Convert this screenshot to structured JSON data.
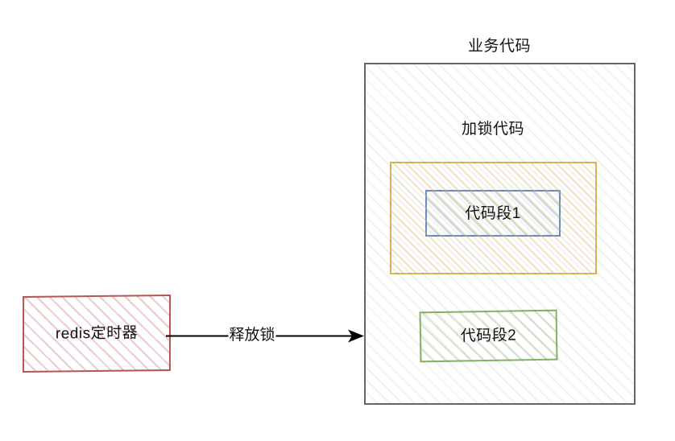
{
  "diagram": {
    "title_business": "业务代码",
    "title_lock": "加锁代码",
    "nodes": {
      "redis_timer": "redis定时器",
      "code_segment_1": "代码段1",
      "code_segment_2": "代码段2"
    },
    "edges": [
      {
        "label": "释放锁",
        "from": "redis定时器",
        "to": "业务代码"
      }
    ],
    "colors": {
      "business_border": "#666666",
      "lock_border": "#d6b656",
      "segment1_border": "#6c8ebf",
      "segment2_border": "#82b366",
      "redis_border": "#b85450",
      "arrow": "#000000",
      "text": "#111111",
      "background": "#ffffff"
    }
  }
}
